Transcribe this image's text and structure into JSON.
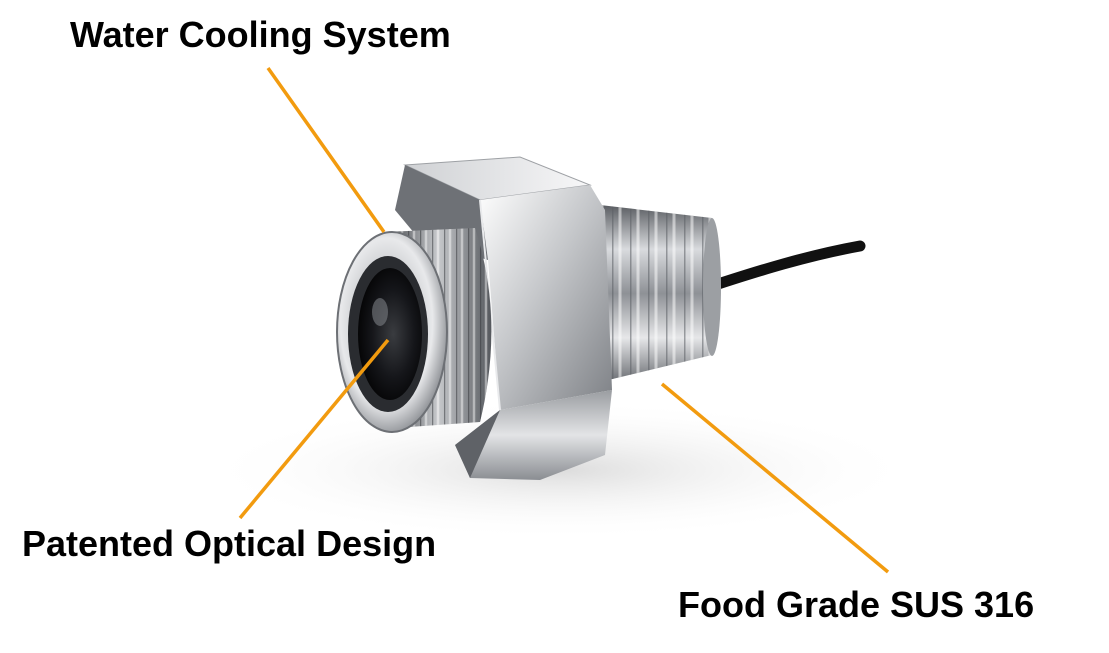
{
  "labels": {
    "water_cooling": "Water Cooling System",
    "optical_design": "Patented Optical Design",
    "food_grade": "Food Grade SUS 316"
  },
  "colors": {
    "leader_line": "#f29b0f",
    "label_text": "#000000",
    "metal_light": "#f2f2f2",
    "metal_mid": "#b9bcc0",
    "metal_dark": "#4a4d52",
    "cable": "#111111"
  },
  "icons": {
    "product": "stainless-steel-sensor-illustration"
  }
}
